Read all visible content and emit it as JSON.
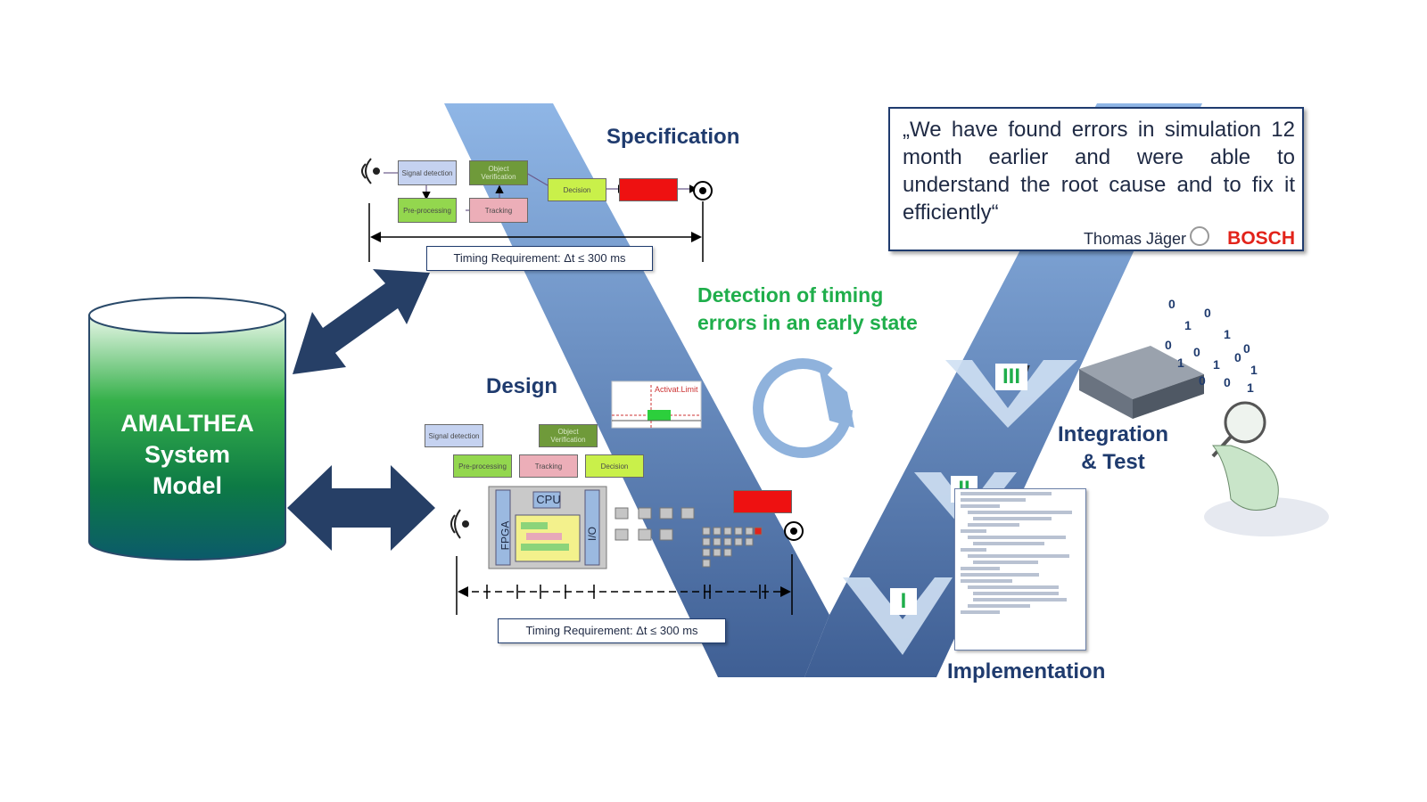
{
  "headings": {
    "specification": "Specification",
    "design": "Design",
    "integration": "Integration\n& Test",
    "implementation": "Implementation"
  },
  "detection": "Detection of timing errors in an early state",
  "cylinder": {
    "label": "AMALTHEA\nSystem\nModel"
  },
  "quote": {
    "text": "„We have found errors in simulation 12 month earlier and were able to understand the root cause and to fix it efficiently“",
    "author": "Thomas Jäger",
    "company": "BOSCH"
  },
  "spec_diagram": {
    "signal_detection": "Signal detection",
    "object_verification": "Object Verification",
    "preprocessing": "Pre-processing",
    "tracking": "Tracking",
    "decision": "Decision",
    "timing": "Timing Requirement:  Δt  ≤ 300 ms"
  },
  "design_diagram": {
    "signal_detection": "Signal detection",
    "object_verification": "Object Verification",
    "preprocessing": "Pre-processing",
    "tracking": "Tracking",
    "decision": "Decision",
    "cpu": "CPU",
    "fpga": "FPGA",
    "io": "I/O",
    "activat_limit": "Activat.Limit",
    "timing": "Timing Requirement:  Δt  ≤ 300 ms"
  },
  "levels": [
    "III",
    "II",
    "I"
  ],
  "colors": {
    "dark_blue": "#1f3b6e",
    "green_text": "#1fae4b",
    "bosch_red": "#e2231a",
    "arrow": "#263f66"
  }
}
